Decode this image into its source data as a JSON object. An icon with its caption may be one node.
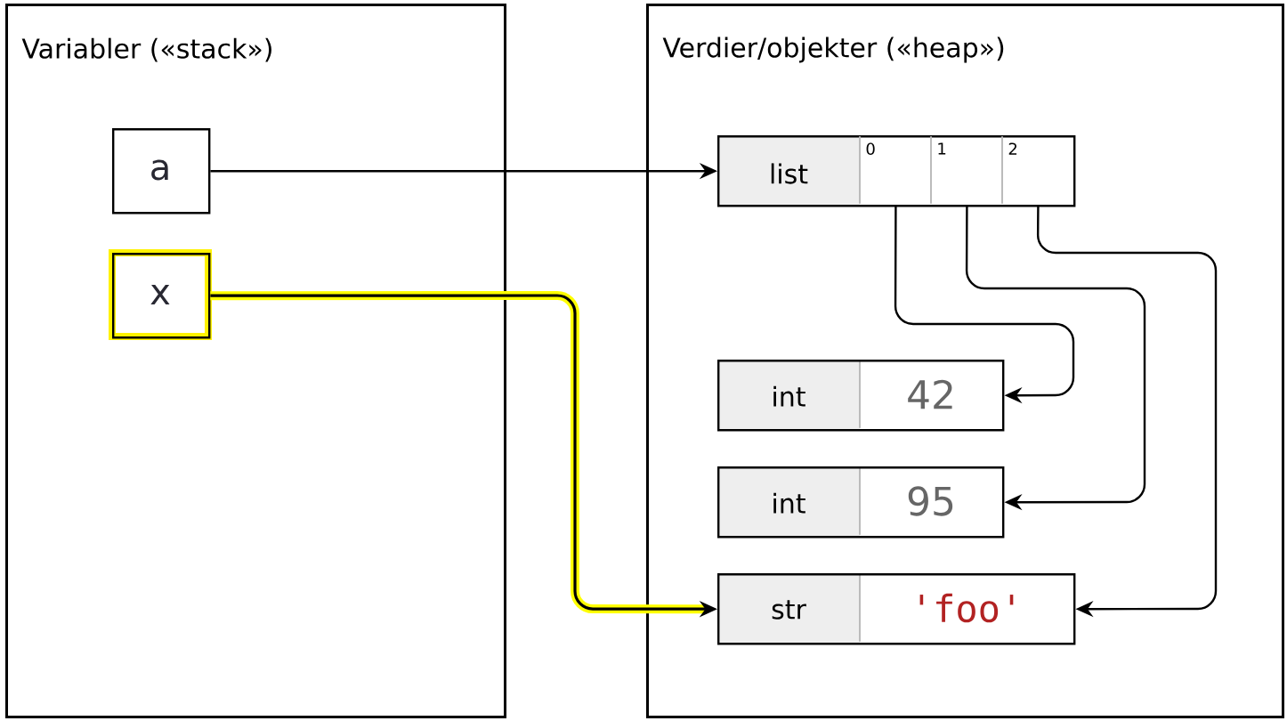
{
  "diagram": {
    "nodes": [
      {
        "text": [
          "Variabler («stack»)"
        ]
      },
      {
        "text": [
          "a"
        ],
        "in": 0
      },
      {
        "text": [
          "x"
        ],
        "in": 0
      },
      {
        "text": [
          "Verdier/objekter («heap»)"
        ]
      },
      {
        "text": [
          "list"
        ],
        "in": 3
      },
      {
        "text": [
          "0"
        ],
        "in": 4
      },
      {
        "text": [
          "1"
        ],
        "in": 4
      },
      {
        "text": [
          "2"
        ],
        "in": 4
      },
      {
        "text": [
          "int",
          "42"
        ],
        "in": 3
      },
      {
        "text": [
          "int",
          "95"
        ],
        "in": 3
      },
      {
        "text": [
          "str",
          "'foo'"
        ],
        "in": 3
      }
    ],
    "edges": [
      {
        "from": 1,
        "to": 4,
        "arrow": "to"
      },
      {
        "from": 2,
        "to": 10,
        "arrow": "to",
        "style": "thick",
        "color": "#ffff00"
      },
      {
        "from": 5,
        "to": 8,
        "arrow": "to"
      },
      {
        "from": 6,
        "to": 9,
        "arrow": "to"
      },
      {
        "from": 7,
        "to": 10,
        "arrow": "to"
      }
    ]
  }
}
